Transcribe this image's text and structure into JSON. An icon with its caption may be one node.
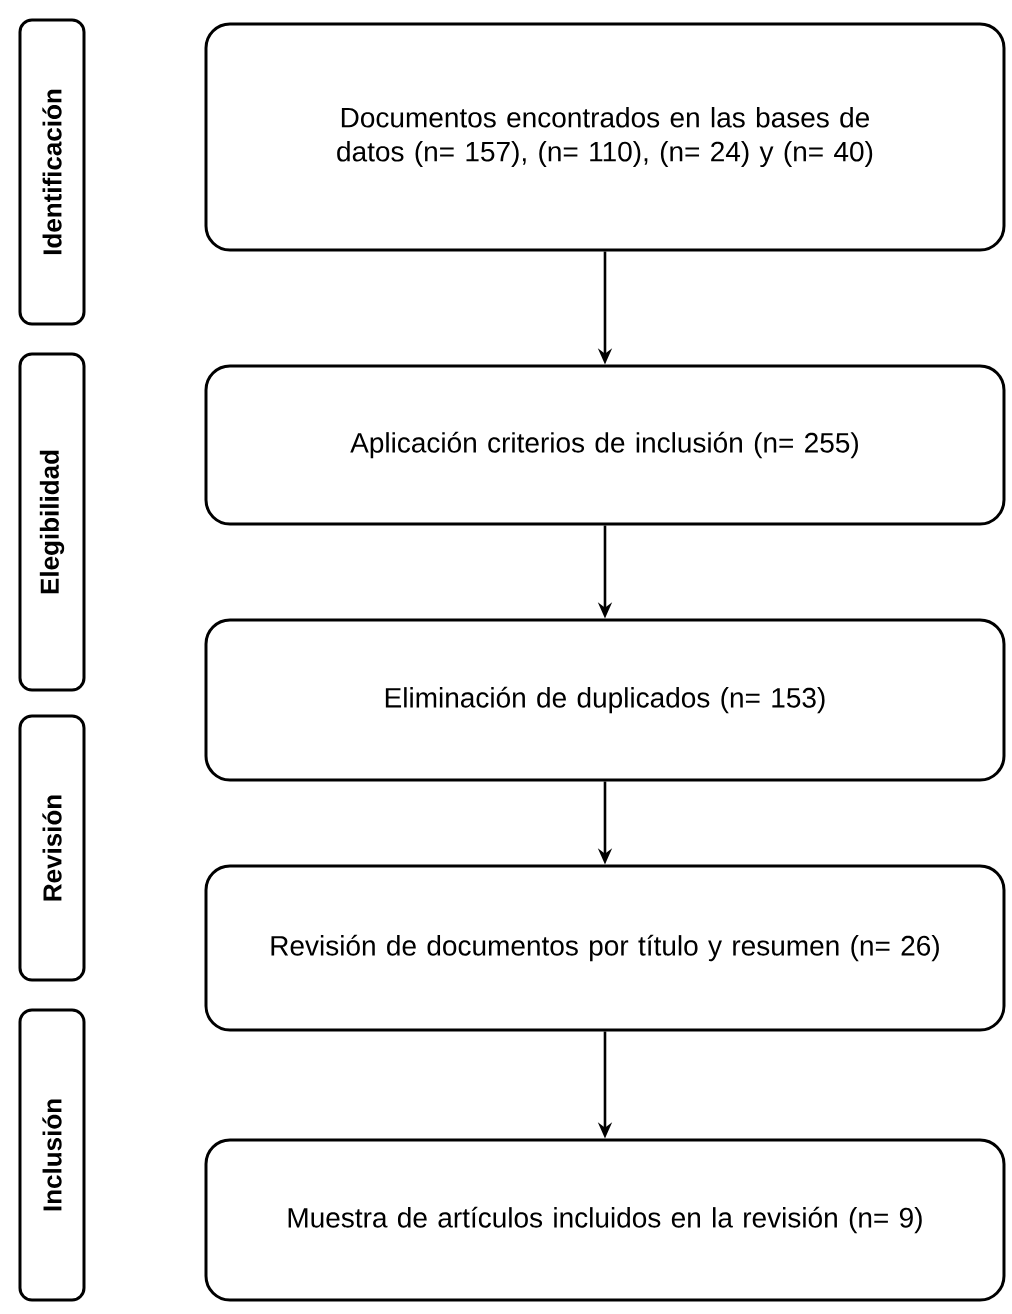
{
  "diagram": {
    "nodes": [
      {
        "text": [
          "Identificación"
        ]
      },
      {
        "text": [
          "Documentos encontrados en las bases de datos (n= 157), (n= 110), (n= 24) y (n= 40)"
        ]
      },
      {
        "text": [
          "Elegibilidad"
        ]
      },
      {
        "text": [
          "Aplicación criterios de inclusión (n= 255)"
        ]
      },
      {
        "text": [
          "Eliminación de duplicados (n= 153)"
        ]
      },
      {
        "text": [
          "Revisión"
        ]
      },
      {
        "text": [
          "Revisión de documentos por título y resumen (n= 26)"
        ]
      },
      {
        "text": [
          "Inclusión"
        ]
      },
      {
        "text": [
          "Muestra de artículos incluidos en la revisión (n= 9)"
        ]
      }
    ],
    "edges": [
      {
        "from": 1,
        "to": 3,
        "arrow": "to"
      },
      {
        "from": 3,
        "to": 4,
        "arrow": "to"
      },
      {
        "from": 4,
        "to": 6,
        "arrow": "to"
      },
      {
        "from": 6,
        "to": 8,
        "arrow": "to"
      }
    ]
  }
}
